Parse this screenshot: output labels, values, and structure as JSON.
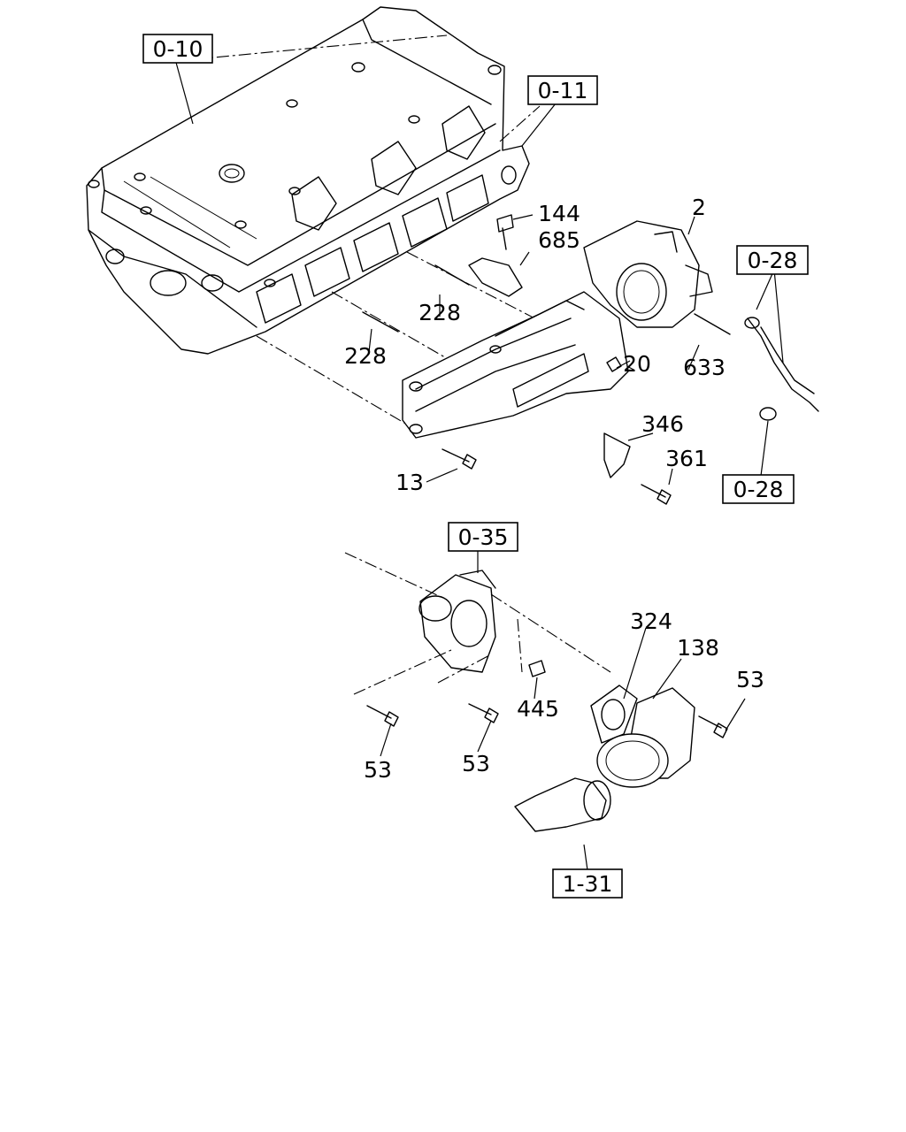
{
  "diagram": {
    "reference_boxes": [
      {
        "id": "ref-0-10",
        "label": "0-10"
      },
      {
        "id": "ref-0-11",
        "label": "0-11"
      },
      {
        "id": "ref-0-28-top",
        "label": "0-28"
      },
      {
        "id": "ref-0-28-bottom",
        "label": "0-28"
      },
      {
        "id": "ref-0-35",
        "label": "0-35"
      },
      {
        "id": "ref-1-31",
        "label": "1-31"
      }
    ],
    "part_numbers": [
      {
        "id": "num-2",
        "label": "2"
      },
      {
        "id": "num-144",
        "label": "144"
      },
      {
        "id": "num-685",
        "label": "685"
      },
      {
        "id": "num-228-a",
        "label": "228"
      },
      {
        "id": "num-228-b",
        "label": "228"
      },
      {
        "id": "num-20",
        "label": "20"
      },
      {
        "id": "num-633",
        "label": "633"
      },
      {
        "id": "num-346",
        "label": "346"
      },
      {
        "id": "num-361",
        "label": "361"
      },
      {
        "id": "num-13",
        "label": "13"
      },
      {
        "id": "num-324",
        "label": "324"
      },
      {
        "id": "num-138",
        "label": "138"
      },
      {
        "id": "num-53-right",
        "label": "53"
      },
      {
        "id": "num-445",
        "label": "445"
      },
      {
        "id": "num-53-left",
        "label": "53"
      },
      {
        "id": "num-53-mid",
        "label": "53"
      }
    ]
  }
}
